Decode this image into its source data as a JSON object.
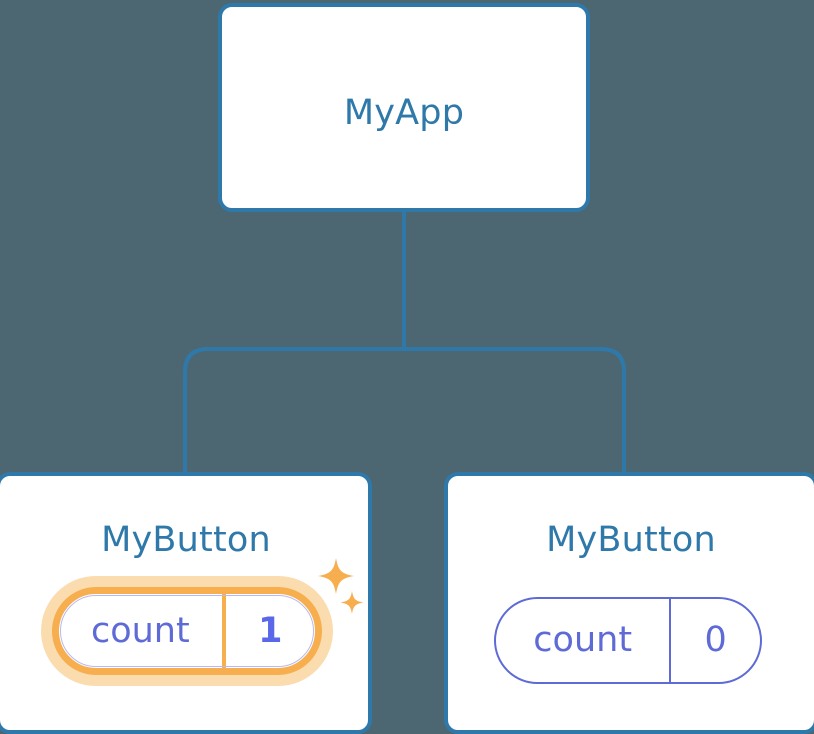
{
  "diagram": {
    "type": "component-tree",
    "background_color": "#4c6772",
    "node_border_color": "#2f79aa",
    "node_title_color": "#2f79aa",
    "state_color": "#5e6ad6",
    "highlight_color": "#f6ae4e",
    "highlight_glow_color": "#fbdcaf",
    "connector_color": "#2f79aa"
  },
  "root": {
    "title": "MyApp"
  },
  "children": [
    {
      "title": "MyButton",
      "state": {
        "key": "count",
        "value": "1"
      },
      "highlighted": true,
      "sparkle_icons": [
        "sparkle-large-icon",
        "sparkle-small-icon"
      ]
    },
    {
      "title": "MyButton",
      "state": {
        "key": "count",
        "value": "0"
      },
      "highlighted": false
    }
  ]
}
